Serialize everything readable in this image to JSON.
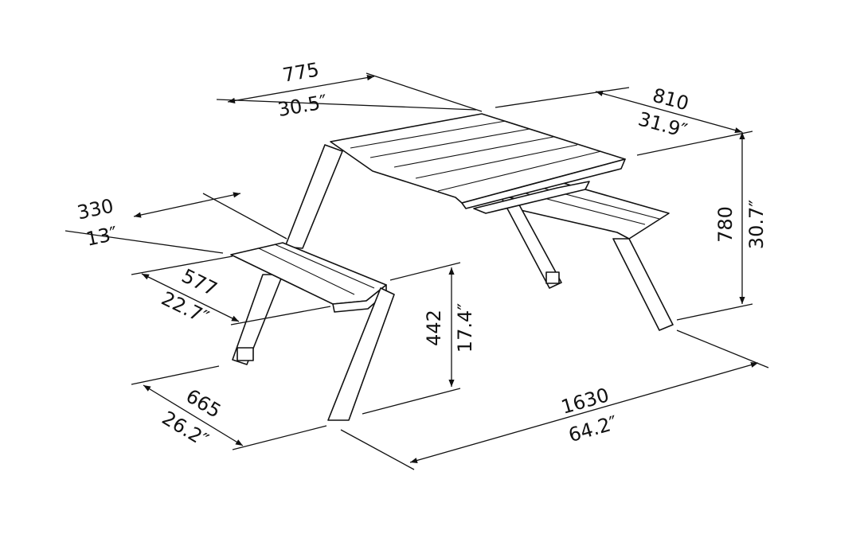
{
  "title": "Picnic table dimension drawing",
  "dimensions": {
    "top_width": {
      "mm": "775",
      "in": "30.5″"
    },
    "top_depth": {
      "mm": "810",
      "in": "31.9″"
    },
    "seat_depth": {
      "mm": "330",
      "in": "13″"
    },
    "seat_width": {
      "mm": "577",
      "in": "22.7″"
    },
    "height": {
      "mm": "780",
      "in": "30.7″"
    },
    "seat_height": {
      "mm": "442",
      "in": "17.4″"
    },
    "leg_width": {
      "mm": "665",
      "in": "26.2″"
    },
    "overall_length": {
      "mm": "1630",
      "in": "64.2″"
    }
  }
}
